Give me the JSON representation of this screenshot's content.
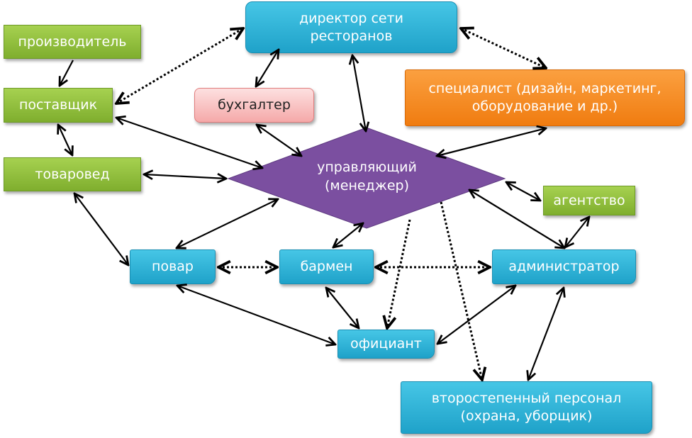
{
  "diagram": {
    "nodes": {
      "producer": "производитель",
      "supplier": "поставщик",
      "merchandiser": "товаровед",
      "director_line1": "директор сети",
      "director_line2": "ресторанов",
      "accountant": "бухгалтер",
      "specialist_line1": "специалист (дизайн,  маркетинг,",
      "specialist_line2": "оборудование и др.)",
      "manager_line1": "управляющий",
      "manager_line2": "(менеджер)",
      "agency": "агентство",
      "cook": "повар",
      "bartender": "бармен",
      "administrator": "администратор",
      "waiter": "официант",
      "staff_line1": "второстепенный персонал",
      "staff_line2": "(охрана, уборщик)"
    },
    "colors": {
      "green": "#8dbb3a",
      "blue": "#2bb0d6",
      "pink": "#f8c4c4",
      "orange": "#f58a20",
      "purple": "#7b4fa0"
    },
    "edges": [
      {
        "from": "producer",
        "to": "supplier",
        "style": "solid",
        "heads": "end"
      },
      {
        "from": "supplier",
        "to": "merchandiser",
        "style": "solid",
        "heads": "both"
      },
      {
        "from": "supplier",
        "to": "director",
        "style": "dotted",
        "heads": "both"
      },
      {
        "from": "supplier",
        "to": "manager",
        "style": "solid",
        "heads": "both"
      },
      {
        "from": "merchandiser",
        "to": "manager",
        "style": "solid",
        "heads": "both"
      },
      {
        "from": "merchandiser",
        "to": "cook",
        "style": "solid",
        "heads": "both"
      },
      {
        "from": "accountant",
        "to": "director",
        "style": "solid",
        "heads": "both"
      },
      {
        "from": "accountant",
        "to": "manager",
        "style": "solid",
        "heads": "both"
      },
      {
        "from": "director",
        "to": "manager",
        "style": "solid",
        "heads": "both"
      },
      {
        "from": "director",
        "to": "specialist",
        "style": "dotted",
        "heads": "both"
      },
      {
        "from": "specialist",
        "to": "manager",
        "style": "solid",
        "heads": "both"
      },
      {
        "from": "manager",
        "to": "agency",
        "style": "solid",
        "heads": "both"
      },
      {
        "from": "manager",
        "to": "administrator",
        "style": "solid",
        "heads": "both"
      },
      {
        "from": "agency",
        "to": "administrator",
        "style": "solid",
        "heads": "both"
      },
      {
        "from": "manager",
        "to": "cook",
        "style": "solid",
        "heads": "both"
      },
      {
        "from": "manager",
        "to": "bartender",
        "style": "solid",
        "heads": "both"
      },
      {
        "from": "manager",
        "to": "waiter",
        "style": "dotted",
        "heads": "end"
      },
      {
        "from": "manager",
        "to": "staff",
        "style": "dotted",
        "heads": "end"
      },
      {
        "from": "cook",
        "to": "bartender",
        "style": "dotted",
        "heads": "both"
      },
      {
        "from": "bartender",
        "to": "administrator",
        "style": "dotted",
        "heads": "both"
      },
      {
        "from": "cook",
        "to": "waiter",
        "style": "solid",
        "heads": "both"
      },
      {
        "from": "bartender",
        "to": "waiter",
        "style": "solid",
        "heads": "both"
      },
      {
        "from": "waiter",
        "to": "administrator",
        "style": "solid",
        "heads": "both"
      },
      {
        "from": "administrator",
        "to": "staff",
        "style": "solid",
        "heads": "both"
      }
    ]
  }
}
